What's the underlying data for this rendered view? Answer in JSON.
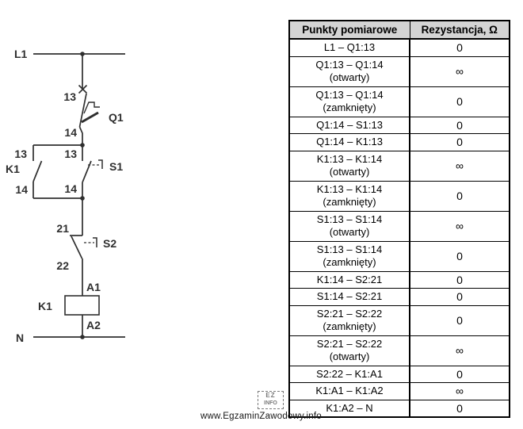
{
  "diagram": {
    "labels": {
      "l1_rail": "L1",
      "n_rail": "N",
      "q1_terminal_top": "13",
      "q1_name": "Q1",
      "q1_terminal_bottom": "14",
      "k1_contact_terminal_top": "13",
      "k1_contact_name": "K1",
      "k1_contact_terminal_bottom": "14",
      "s1_terminal_top": "13",
      "s1_name": "S1",
      "s1_terminal_bottom": "14",
      "s2_terminal_top": "21",
      "s2_name": "S2",
      "s2_terminal_bottom": "22",
      "coil_terminal_top": "A1",
      "coil_name": "K1",
      "coil_terminal_bottom": "A2"
    }
  },
  "table": {
    "headers": {
      "points": "Punkty pomiarowe",
      "resistance": "Rezystancja, Ω"
    },
    "rows": [
      {
        "points": "L1 – Q1:13",
        "resistance": "0"
      },
      {
        "points": "Q1:13 – Q1:14",
        "state": "(otwarty)",
        "resistance": "∞"
      },
      {
        "points": "Q1:13 – Q1:14",
        "state": "(zamknięty)",
        "resistance": "0"
      },
      {
        "points": "Q1:14 – S1:13",
        "resistance": "0"
      },
      {
        "points": "Q1:14 – K1:13",
        "resistance": "0"
      },
      {
        "points": "K1:13 – K1:14",
        "state": "(otwarty)",
        "resistance": "∞"
      },
      {
        "points": "K1:13 – K1:14",
        "state": "(zamknięty)",
        "resistance": "0"
      },
      {
        "points": "S1:13 – S1:14",
        "state": "(otwarty)",
        "resistance": "∞"
      },
      {
        "points": "S1:13 – S1:14",
        "state": "(zamknięty)",
        "resistance": "0"
      },
      {
        "points": "K1:14 – S2:21",
        "resistance": "0"
      },
      {
        "points": "S1:14 – S2:21",
        "resistance": "0"
      },
      {
        "points": "S2:21 – S2:22",
        "state": "(zamknięty)",
        "resistance": "0"
      },
      {
        "points": "S2:21 – S2:22",
        "state": "(otwarty)",
        "resistance": "∞"
      },
      {
        "points": "S2:22 – K1:A1",
        "resistance": "0"
      },
      {
        "points": "K1:A1 – K1:A2",
        "resistance": "∞"
      },
      {
        "points": "K1:A2 – N",
        "resistance": "0"
      }
    ]
  },
  "watermark": {
    "stamp_line1": "EZ",
    "stamp_line2": "INFO",
    "url": "www.EgzaminZawodowy.info"
  },
  "colors": {
    "line": "#2f2f2f",
    "header_bg": "#d4d4d4",
    "border": "#000000"
  }
}
